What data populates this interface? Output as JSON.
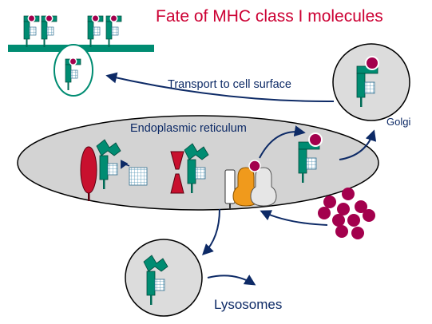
{
  "title": "Fate of MHC class I molecules",
  "labels": {
    "transport": "Transport to cell surface",
    "er": "Endoplasmic reticulum",
    "golgi": "Golgi",
    "lysosomes": "Lysosomes"
  },
  "colors": {
    "title": "#cc0033",
    "label_dark": "#0d2a66",
    "arrow": "#0d2a66",
    "teal": "#008c72",
    "teal_stroke": "#004a3c",
    "peptide": "#a3004d",
    "chaperone_red": "#c8102e",
    "tapasin": "#f09a1c",
    "er_fill": "#d3d3d3",
    "golgi_fill": "#dcdcdc",
    "vesicle_stroke": "#008c72",
    "beta2m_fill": "#ffffff",
    "beta2m_grid": "#4a90b0"
  },
  "icons": [
    "mhc-class-i-molecule",
    "peptide",
    "calnexin-chaperone",
    "calreticulin-chaperone",
    "tap-transporter",
    "cell-membrane",
    "transport-vesicle"
  ]
}
